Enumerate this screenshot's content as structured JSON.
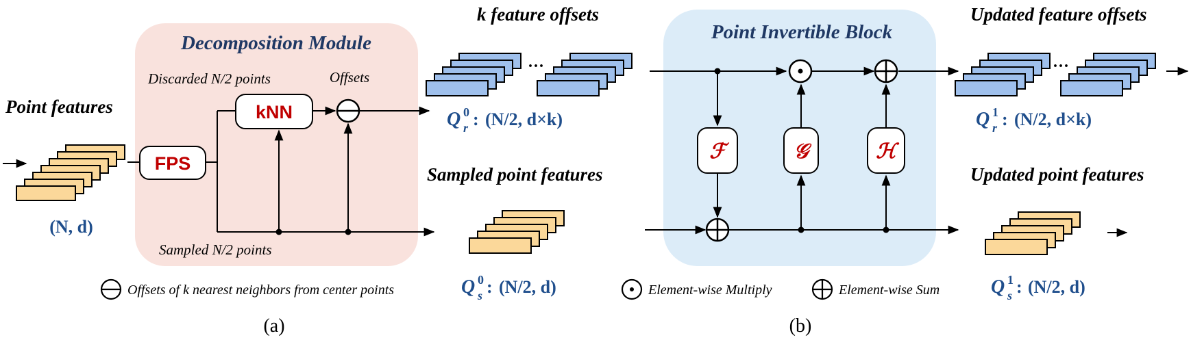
{
  "colors": {
    "module_bg": "#f9e2dd",
    "block_bg": "#dcecf8",
    "feature_fill": "#fbd89a",
    "offset_fill": "#9fc0ec",
    "accent_red": "#c00000",
    "accent_blue": "#1f4e8c",
    "title_navy": "#1f3864"
  },
  "panel_a": {
    "title": "Decomposition Module",
    "input_label": "Point features",
    "input_dims": "(N, d)",
    "fps": "FPS",
    "knn": "kNN",
    "discarded": "Discarded N/2 points",
    "offsets": "Offsets",
    "sampled": "Sampled N/2 points",
    "legend_text": "Offsets of k nearest neighbors from center points",
    "caption": "(a)"
  },
  "outputs_a": {
    "offsets_title": "k feature offsets",
    "offsets_dims": "(N/2, d×k)",
    "features_title": "Sampled point features",
    "features_dims": "(N/2, d)"
  },
  "panel_b": {
    "title": "Point Invertible Block",
    "f": "ℱ",
    "g": "𝒢",
    "h": "ℋ",
    "legend_multiply": "Element-wise Multiply",
    "legend_sum": "Element-wise Sum",
    "caption": "(b)"
  },
  "outputs_b": {
    "offsets_title": "Updated feature offsets",
    "offsets_dims": "(N/2, d×k)",
    "features_title": "Updated point features",
    "features_dims": "(N/2, d)"
  },
  "math": {
    "q": "Q",
    "sup0": "0",
    "sup1": "1",
    "sub_r": "r",
    "sub_s": "s",
    "colon": ":"
  },
  "ellipsis": "···"
}
